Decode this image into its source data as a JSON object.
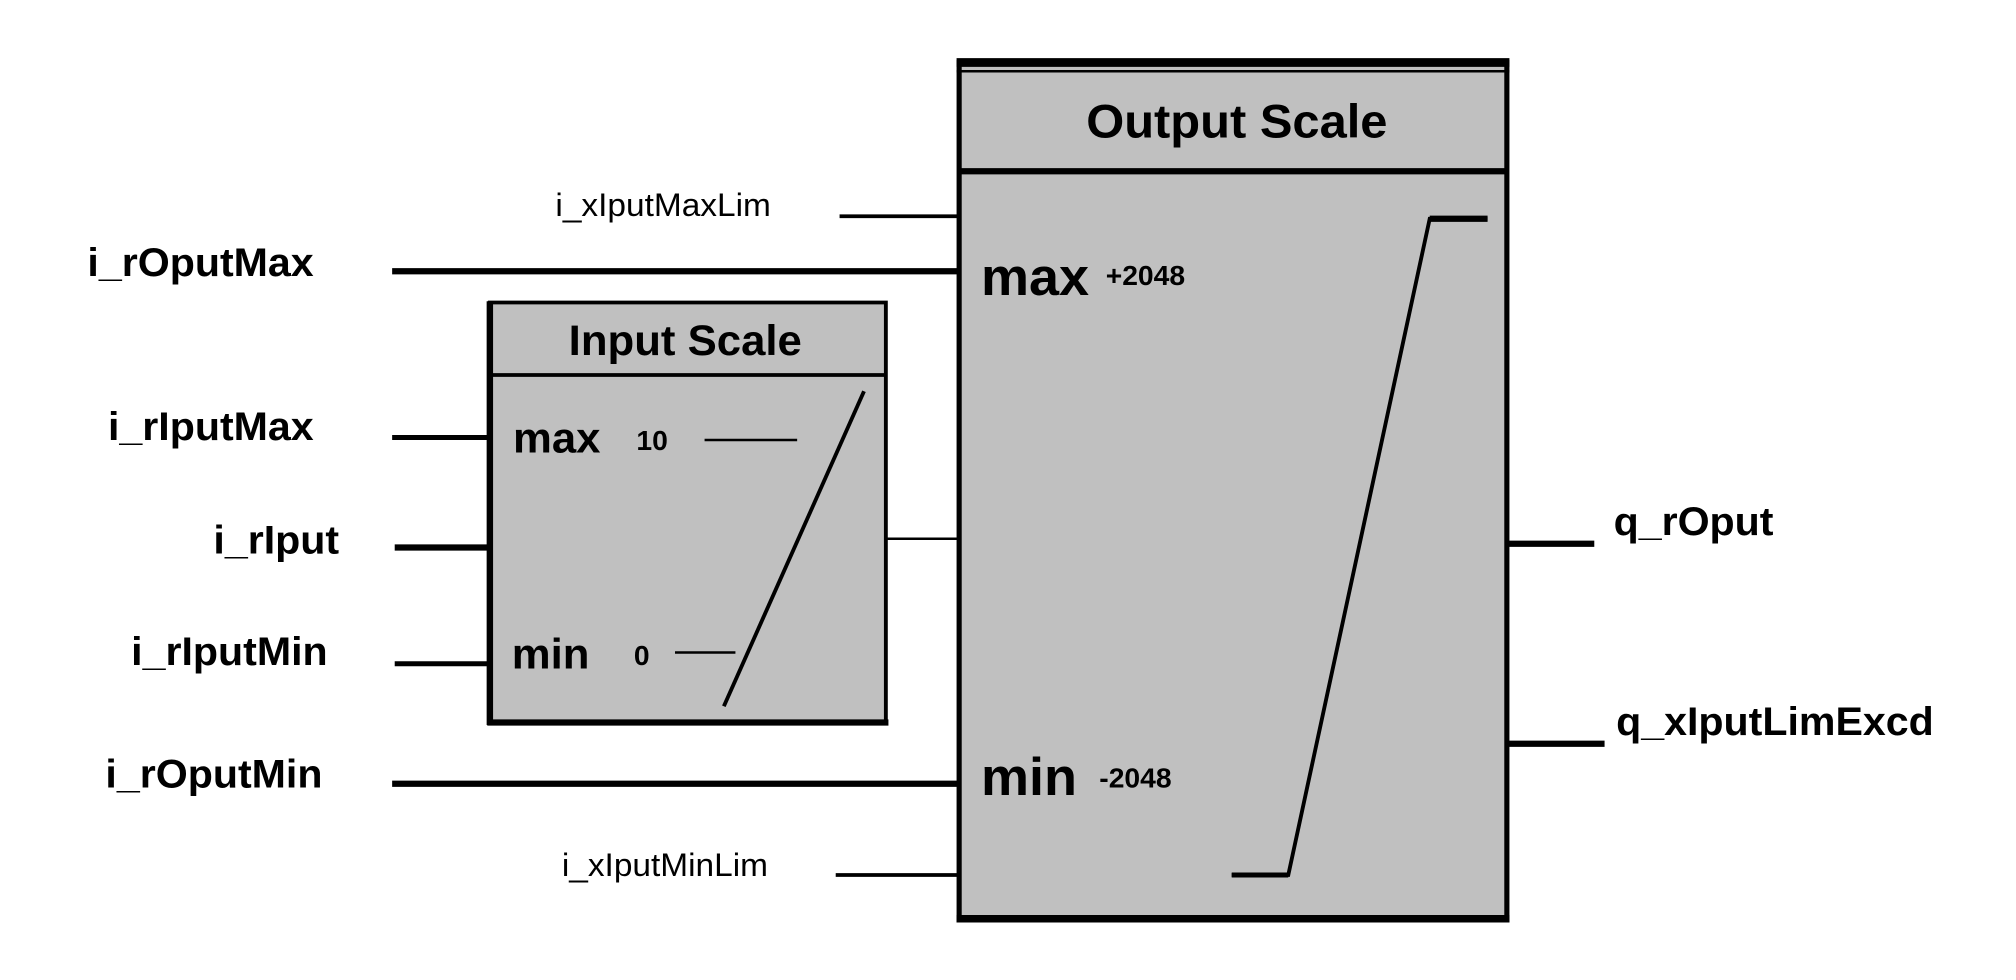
{
  "colors": {
    "block_fill": "#c0c0c0",
    "line": "#000000",
    "background": "#ffffff"
  },
  "output_block": {
    "title": "Output Scale",
    "max_label": "max",
    "max_value": "+2048",
    "min_label": "min",
    "min_value": "-2048"
  },
  "input_block": {
    "title": "Input Scale",
    "max_label": "max",
    "max_value": "10",
    "min_label": "min",
    "min_value": "0"
  },
  "inputs": {
    "x_max_lim": "i_xIputMaxLim",
    "r_out_max": "i_rOputMax",
    "r_in_max": "i_rIputMax",
    "r_in": "i_rIput",
    "r_in_min": "i_rIputMin",
    "r_out_min": "i_rOputMin",
    "x_min_lim": "i_xIputMinLim"
  },
  "outputs": {
    "r_out": "q_rOput",
    "lim_excd": "q_xIputLimExcd"
  }
}
